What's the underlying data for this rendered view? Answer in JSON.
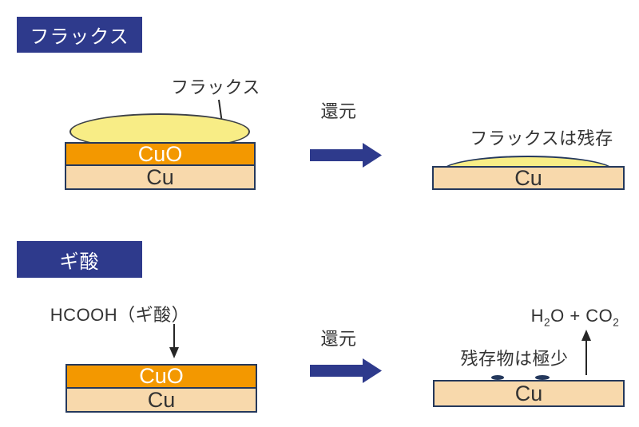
{
  "colors": {
    "navy": "#2e3a8c",
    "border_navy": "#24385c",
    "orange": "#f39800",
    "copper_tan": "#f8d9ac",
    "flux_yellow": "#f8ed86",
    "text_dark": "#333333",
    "arrow_dark": "#262626",
    "ellipse_outline": "#3d4148",
    "white": "#ffffff",
    "background": "#ffffff"
  },
  "flux_section": {
    "badge": "フラックス",
    "flux_pointer_label": "フラックス",
    "reduction_label": "還元",
    "before": {
      "top_layer": "CuO",
      "bottom_layer": "Cu"
    },
    "after": {
      "label": "フラックスは残存",
      "layer": "Cu"
    }
  },
  "formic_acid_section": {
    "badge": "ギ酸",
    "reagent_label": "HCOOH（ギ酸）",
    "reduction_label": "還元",
    "before": {
      "top_layer": "CuO",
      "bottom_layer": "Cu"
    },
    "after": {
      "label": "残存物は極少",
      "gas_label_parts": {
        "p1": "H",
        "s1": "2",
        "p2": "O + CO",
        "s2": "2"
      },
      "layer": "Cu"
    }
  }
}
